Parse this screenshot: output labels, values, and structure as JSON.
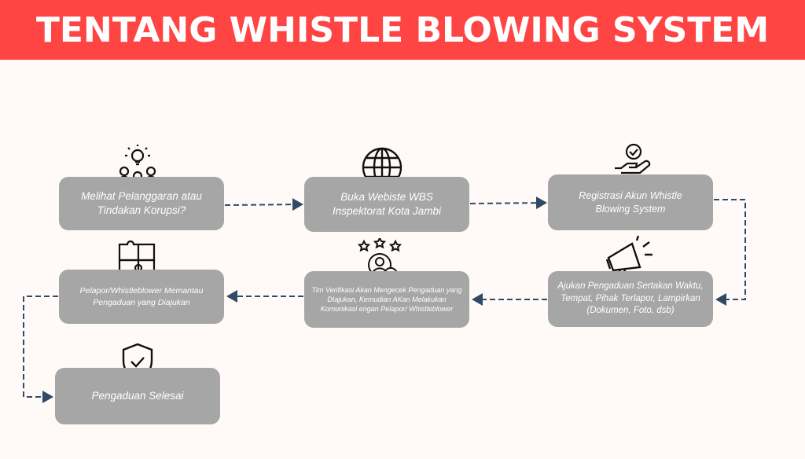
{
  "title": "TENTANG WHISTLE BLOWING SYSTEM",
  "colors": {
    "header": "#ff4444",
    "box": "#a6a6a6",
    "connector": "#2f4a66",
    "background": "#fffaf8"
  },
  "steps": [
    {
      "text": "Melihat Pelanggaran atau Tindakan Korupsi?",
      "icon": "idea-people-icon"
    },
    {
      "text": "Buka Webiste WBS Inspektorat Kota Jambi",
      "icon": "globe-icon"
    },
    {
      "text": "Registrasi Akun Whistle Blowing System",
      "icon": "hand-check-icon"
    },
    {
      "text": "Ajukan Pengaduan Sertakan Waktu, Tempat, Pihak Terlapor, Lampirkan (Dokumen, Foto, dsb)",
      "icon": "megaphone-icon"
    },
    {
      "text": "Tim Verifikasi Akan Mengecek Pengaduan yang DIajukan, Kemudian AKan Melakukan Komunikasi engan Pelapor/ Whistleblower",
      "icon": "user-rating-icon"
    },
    {
      "text": "Pelapor/Whistleblower Memantau Pengaduan yang Diajukan",
      "icon": "puzzle-icon"
    },
    {
      "text": "Pengaduan Selesai",
      "icon": "shield-check-icon"
    }
  ]
}
